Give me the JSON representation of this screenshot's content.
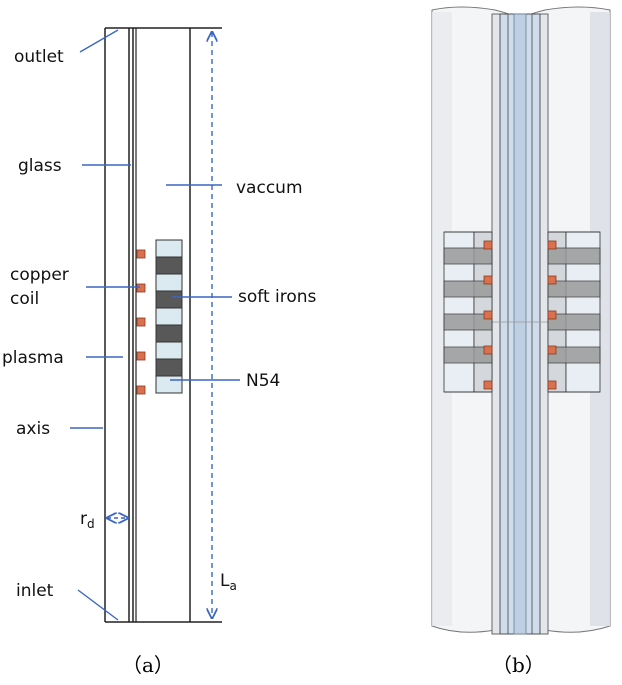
{
  "panel_a": {
    "labels": {
      "outlet": "outlet",
      "glass": "glass",
      "vaccum": "vaccum",
      "copper": "copper",
      "coil": "coil",
      "soft_irons": "soft irons",
      "plasma": "plasma",
      "n54": "N54",
      "axis": "axis",
      "rd_main": "r",
      "rd_sub": "d",
      "inlet": "inlet",
      "la_main": "L",
      "la_sub": "a"
    },
    "caption": "（a）"
  },
  "panel_b": {
    "caption": "（b）"
  },
  "colors": {
    "leader": "#3a66c4",
    "dimension": "#3a66c4",
    "copper": "#d9714e",
    "dark_iron": "#585858",
    "light_magnet": "#dbe9f1",
    "glass_tube": "#cfdcec",
    "outline": "#222222"
  }
}
